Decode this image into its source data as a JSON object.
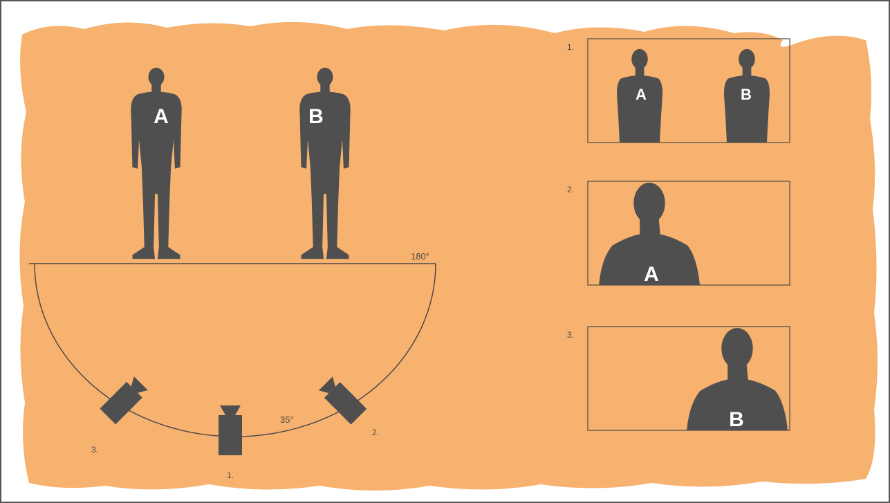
{
  "colors": {
    "background": "#f8b26f",
    "silhouette": "#4f4f4f",
    "line": "#4a4a4a",
    "frame_border": "#555555"
  },
  "figures": [
    {
      "letter": "A"
    },
    {
      "letter": "B"
    }
  ],
  "angles": {
    "half_circle": "180°",
    "camera_offset": "35°"
  },
  "cameras": [
    {
      "label": "1.",
      "icon": "camera-icon"
    },
    {
      "label": "2.",
      "icon": "camera-icon"
    },
    {
      "label": "3.",
      "icon": "camera-icon"
    }
  ],
  "shots": [
    {
      "number": "1.",
      "letters": [
        "A",
        "B"
      ]
    },
    {
      "number": "2.",
      "letters": [
        "A"
      ]
    },
    {
      "number": "3.",
      "letters": [
        "B"
      ]
    }
  ]
}
